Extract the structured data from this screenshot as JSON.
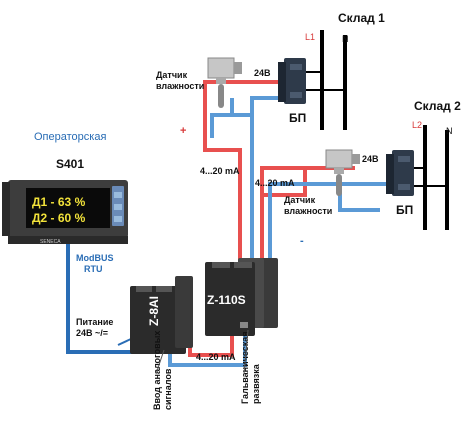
{
  "warehouse1": {
    "title": "Склад 1",
    "phase": "L1",
    "neutral": "N",
    "voltage": "24В",
    "psu": "БП",
    "sensor_label_1": "Датчик",
    "sensor_label_2": "влажности"
  },
  "warehouse2": {
    "title": "Склад 2",
    "phase": "L2",
    "neutral": "N",
    "voltage": "24В",
    "psu": "БП",
    "sensor_label_1": "Датчик",
    "sensor_label_2": "влажности"
  },
  "operator": {
    "room_label": "Операторская",
    "device": "S401",
    "line1": "Д1 - 63 %",
    "line2": "Д2 - 60 %",
    "brand": "SENECA"
  },
  "modbus": {
    "line1": "ModBUS",
    "line2": "RTU"
  },
  "power": {
    "line1": "Питание",
    "line2": "24В ~/="
  },
  "modules": {
    "analog": "Z-8AI",
    "isolator": "Z-110S"
  },
  "signals": {
    "current_a": "4...20 mA",
    "current_b": "4...20 mA",
    "current_c": "4...20 mA",
    "plus": "+",
    "minus": "-"
  },
  "captions": {
    "input_1": "Ввод аналоговых",
    "input_2": "сигналов",
    "galv_1": "Гальваническая",
    "galv_2": "развязка"
  },
  "colors": {
    "red_wire": "#e8504f",
    "blue_wire": "#5b9ad6",
    "dark_blue_wire": "#2a6db5",
    "title_blue": "#2a6db5"
  }
}
